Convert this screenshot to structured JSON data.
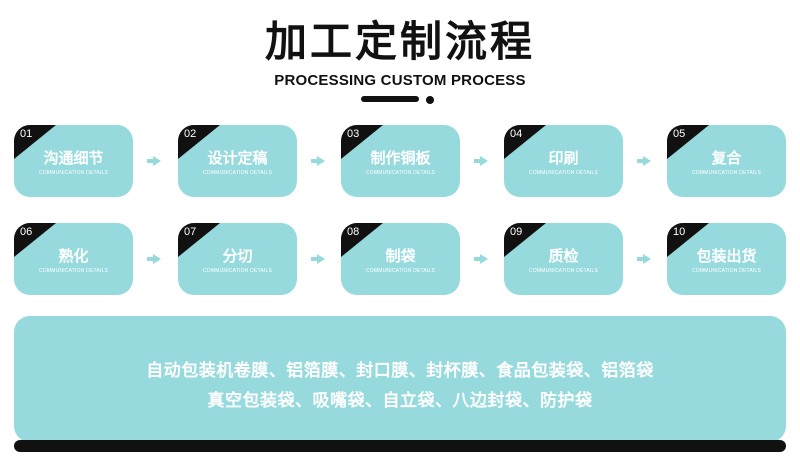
{
  "header": {
    "title": "加工定制流程",
    "subtitle": "PROCESSING CUSTOM PROCESS"
  },
  "steps": [
    {
      "num": "01",
      "name": "沟通细节",
      "en": "COMMUNICATION DETAILS"
    },
    {
      "num": "02",
      "name": "设计定稿",
      "en": "COMMUNICATION DETAILS"
    },
    {
      "num": "03",
      "name": "制作铜板",
      "en": "COMMUNICATION DETAILS"
    },
    {
      "num": "04",
      "name": "印刷",
      "en": "COMMUNICATION DETAILS"
    },
    {
      "num": "05",
      "name": "复合",
      "en": "COMMUNICATION DETAILS"
    },
    {
      "num": "06",
      "name": "熟化",
      "en": "COMMUNICATION DETAILS"
    },
    {
      "num": "07",
      "name": "分切",
      "en": "COMMUNICATION DETAILS"
    },
    {
      "num": "08",
      "name": "制袋",
      "en": "COMMUNICATION DETAILS"
    },
    {
      "num": "09",
      "name": "质检",
      "en": "COMMUNICATION DETAILS"
    },
    {
      "num": "10",
      "name": "包装出货",
      "en": "COMMUNICATION DETAILS"
    }
  ],
  "products": {
    "line1": "自动包装机卷膜、铝箔膜、封口膜、封杯膜、食品包装袋、铝箔袋",
    "line2": "真空包装袋、吸嘴袋、自立袋、八边封袋、防护袋"
  },
  "colors": {
    "card": "#96dade",
    "accent": "#111111",
    "text": "#ffffff"
  }
}
